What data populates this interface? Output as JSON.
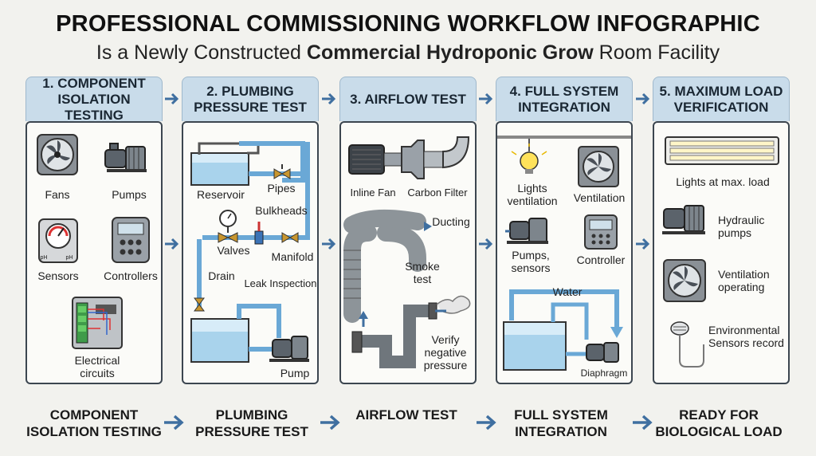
{
  "header": {
    "title": "PROFESSIONAL COMMISSIONING WORKFLOW INFOGRAPHIC",
    "subtitle_pre": "Is a Newly Constructed ",
    "subtitle_bold": "Commercial Hydroponic Grow",
    "subtitle_post": " Room Facility"
  },
  "steps": [
    {
      "heading": "1. COMPONENT ISOLATION TESTING",
      "labels": {
        "fans": "Fans",
        "pumps": "Pumps",
        "sensors": "Sensors",
        "controllers": "Controllers",
        "electrical": "Electrical circuits",
        "ph1": "pH",
        "ph2": "pH"
      }
    },
    {
      "heading": "2. PLUMBING PRESSURE TEST",
      "labels": {
        "reservoir": "Reservoir",
        "pipes": "Pipes",
        "bulkheads": "Bulkheads",
        "valves": "Valves",
        "manifold": "Manifold",
        "drain": "Drain",
        "leak": "Leak Inspection",
        "pump": "Pump"
      }
    },
    {
      "heading": "3. AIRFLOW TEST",
      "labels": {
        "inline_fan": "Inline Fan",
        "carbon_filter": "Carbon Filter",
        "ducting": "Ducting",
        "smoke": "Smoke test",
        "verify": "Verify negative pressure"
      }
    },
    {
      "heading": "4. FULL SYSTEM INTEGRATION",
      "labels": {
        "lights": "Lights ventilation",
        "ventilation": "Ventilation",
        "pumps_sensors": "Pumps, sensors",
        "controller": "Controller",
        "water": "Water",
        "diaphragm": "Diaphragm"
      }
    },
    {
      "heading": "5. MAXIMUM LOAD VERIFICATION",
      "labels": {
        "lights_max": "Lights at max. load",
        "hydraulic": "Hydraulic pumps",
        "vent_op": "Ventilation operating",
        "env": "Environmental Sensors record"
      }
    }
  ],
  "bottom": [
    "COMPONENT ISOLATION TESTING",
    "PLUMBING PRESSURE TEST",
    "AIRFLOW TEST",
    "FULL SYSTEM INTEGRATION",
    "READY FOR BIOLOGICAL LOAD"
  ],
  "colors": {
    "accent": "#3f6fa0",
    "header_bg": "#c9dcea",
    "water": "#a9d3ec"
  }
}
